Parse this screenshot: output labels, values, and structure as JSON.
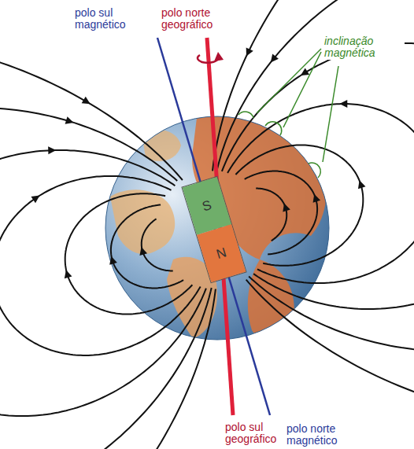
{
  "diagram": {
    "nodes": [
      {
        "text": [
          "S"
        ]
      },
      {
        "text": [
          "N"
        ]
      }
    ],
    "labels": [
      "polo sul magnético",
      "polo norte geográfico",
      "inclinação magnética",
      "polo sul geográfico",
      "polo norte magnético"
    ]
  }
}
